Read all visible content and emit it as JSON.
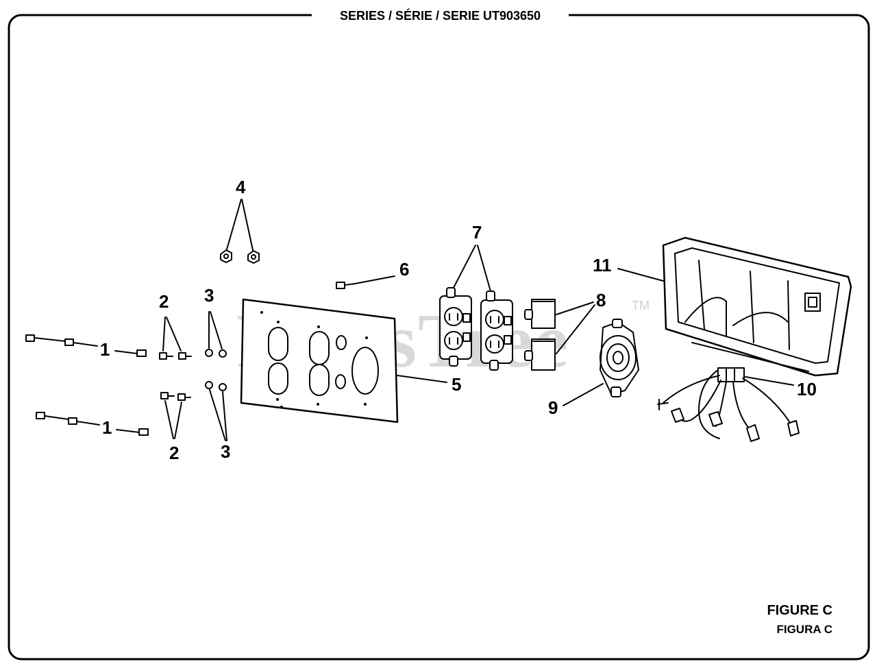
{
  "header": {
    "series_title": "SERIES / SÉRIE / SERIE UT903650"
  },
  "watermark": {
    "text": "PartsTree",
    "trademark": "TM"
  },
  "figure": {
    "label_en": "FIGURE C",
    "label_es": "FIGURA C"
  },
  "callouts": {
    "c1a": "1",
    "c1b": "1",
    "c2a": "2",
    "c2b": "2",
    "c3a": "3",
    "c3b": "3",
    "c4": "4",
    "c5": "5",
    "c6": "6",
    "c7": "7",
    "c8": "8",
    "c9": "9",
    "c10": "10",
    "c11": "11"
  }
}
